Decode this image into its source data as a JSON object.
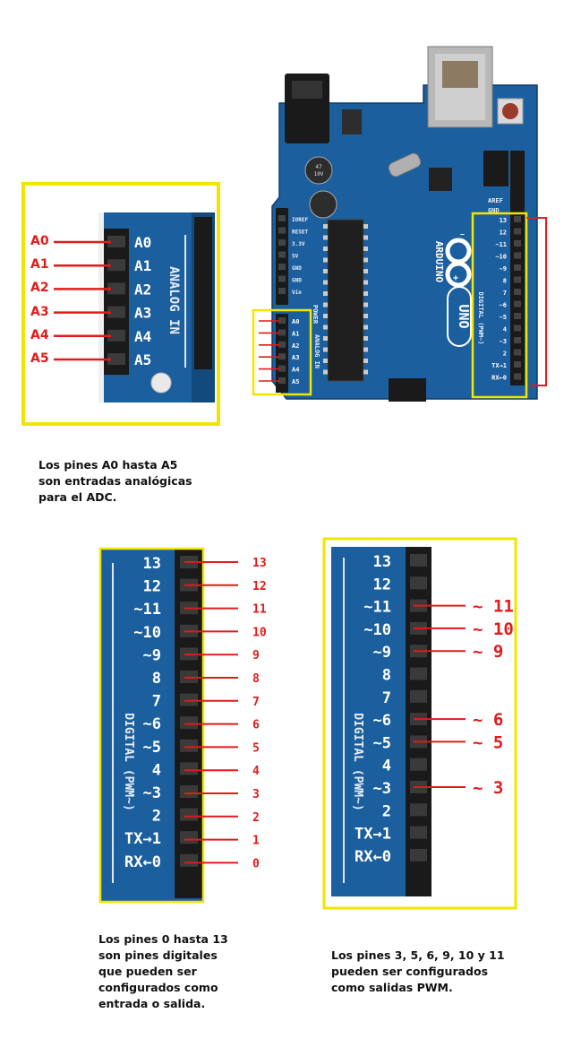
{
  "analog_pins": [
    "A0",
    "A1",
    "A2",
    "A3",
    "A4",
    "A5"
  ],
  "analog_header_label": "ANALOG IN",
  "digital_pins_board": [
    "13",
    "12",
    "~11",
    "~10",
    "~9",
    "8",
    "7",
    "~6",
    "~5",
    "4",
    "~3",
    "2",
    "TX→1",
    "RX←0"
  ],
  "digital_header_label": "DIGITAL (PWM~)",
  "digital_callouts": [
    "13",
    "12",
    "11",
    "10",
    "9",
    "8",
    "7",
    "6",
    "5",
    "4",
    "3",
    "2",
    "1",
    "0"
  ],
  "pwm_callouts": [
    "~ 11",
    "~ 10",
    "~ 9",
    "~ 6",
    "~ 5",
    "~ 3"
  ],
  "board": {
    "brand": "ARDUINO",
    "model": "UNO",
    "power_label": "POWER",
    "power_pins": [
      "IOREF",
      "RESET",
      "3.3V",
      "5V",
      "GND",
      "GND",
      "Vin"
    ],
    "aref": "AREF",
    "gnd": "GND",
    "cap_label": "47\n10V"
  },
  "captions": {
    "analog": "Los pines A0 hasta A5\nson entradas analógicas\npara el ADC.",
    "digital": "Los pines 0  hasta  13\nson pines digitales\nque pueden ser\nconfigurados como\nentrada o salida.",
    "pwm": "Los pines 3, 5, 6, 9, 10 y 11\npueden ser configurados\ncomo salidas PWM."
  },
  "colors": {
    "board_blue": "#1c5f9e",
    "board_dark": "#134a7e",
    "highlight_yellow": "#f2e600",
    "callout_red": "#e01b1b",
    "header_black": "#1a1a1a"
  }
}
